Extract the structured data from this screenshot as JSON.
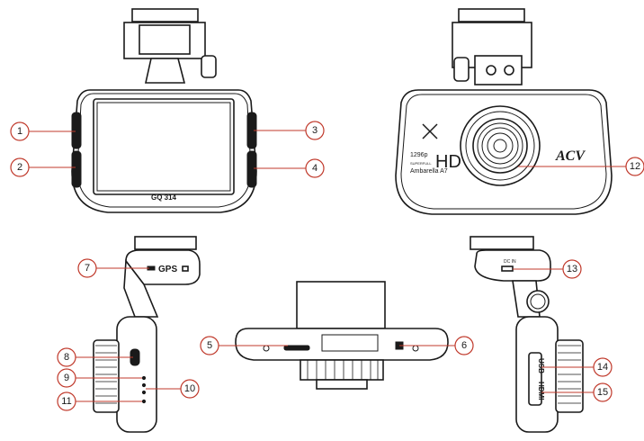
{
  "front_view": {
    "model_label": "GQ 314"
  },
  "rear_view": {
    "resolution_label": "1296p",
    "hd_label": "HD",
    "superfull_label": "SUPERFULL",
    "chip_label": "Ambarella A7",
    "brand_label": "ACV"
  },
  "side_top": {
    "gps_label": "GPS"
  },
  "side_right": {
    "dc_in_label": "DC IN",
    "usb_label": "USB",
    "hdmi_label": "HDMI"
  },
  "callouts": [
    "1",
    "2",
    "3",
    "4",
    "5",
    "6",
    "7",
    "8",
    "9",
    "10",
    "11",
    "12",
    "13",
    "14",
    "15"
  ],
  "callout_color": "#c0392b"
}
